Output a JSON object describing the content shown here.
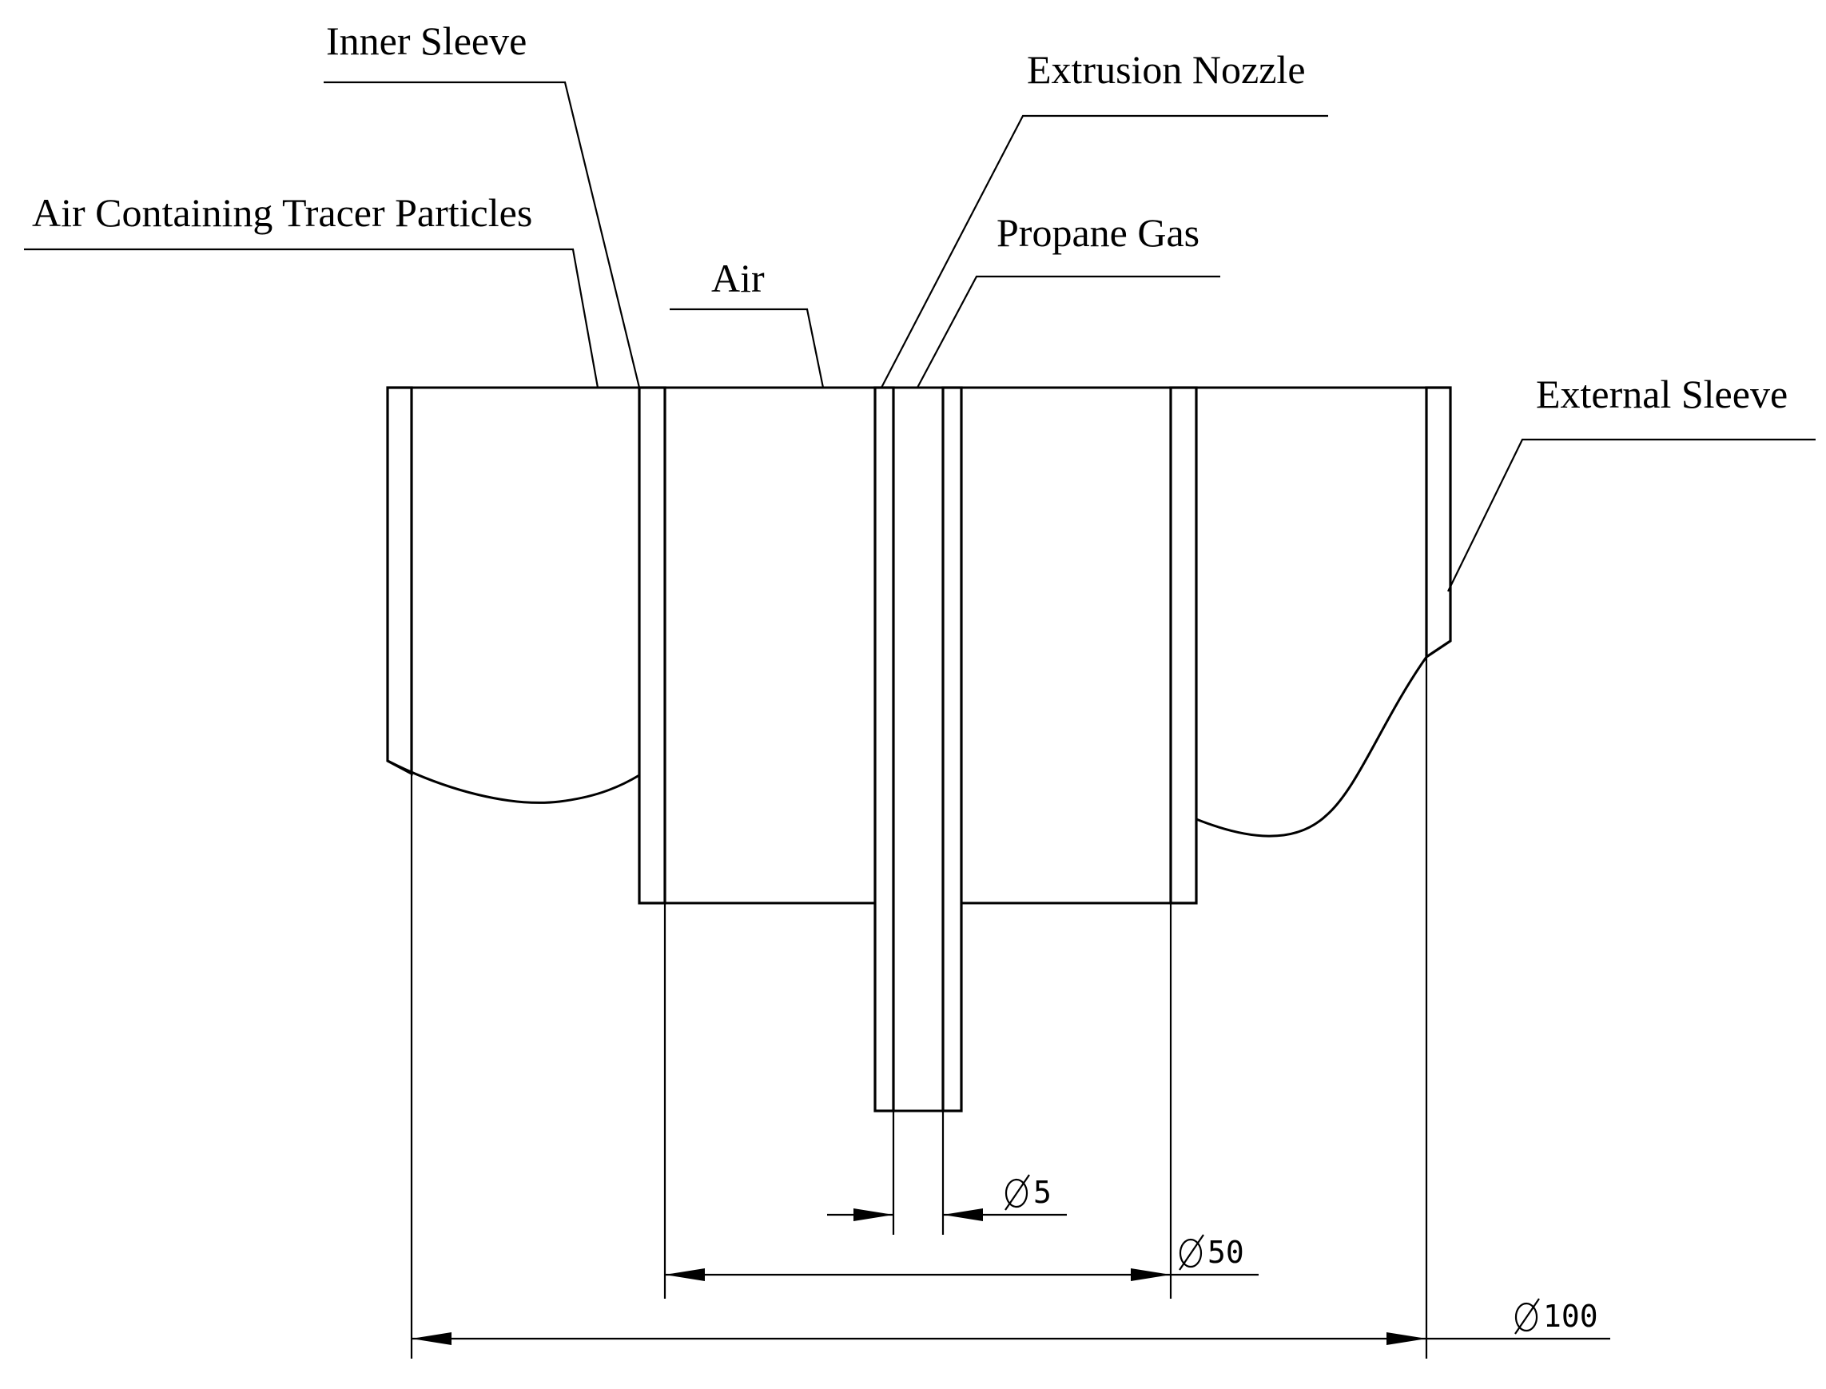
{
  "diagram": {
    "labels": {
      "inner_sleeve": "Inner Sleeve",
      "extrusion_nozzle": "Extrusion Nozzle",
      "air_tracer": "Air Containing Tracer Particles",
      "propane_gas": "Propane Gas",
      "air": "Air",
      "external_sleeve": "External Sleeve"
    },
    "dimensions": {
      "nozzle_diameter": "5",
      "inner_diameter": "50",
      "outer_diameter": "100"
    },
    "diameter_symbol": "φ-icon"
  }
}
